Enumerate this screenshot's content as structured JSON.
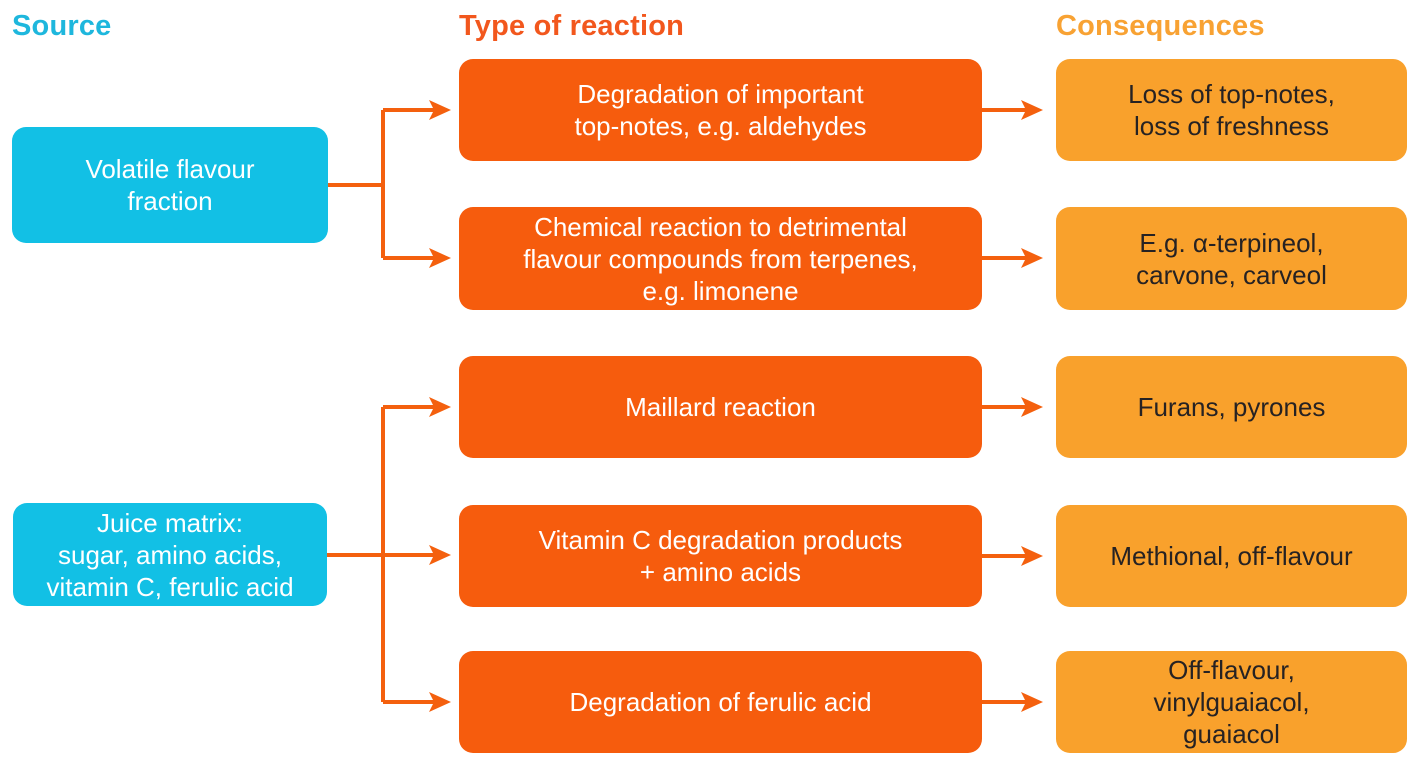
{
  "colors": {
    "cyan_header": "#1eb7dd",
    "cyan_box": "#12c0e5",
    "orange_header": "#f2571d",
    "orange_box": "#f65c0d",
    "amber_header": "#f8a233",
    "amber_box": "#f9a12c",
    "arrow": "#f4600e",
    "text_light": "#ffffff",
    "text_dark": "#262223"
  },
  "headers": {
    "source": {
      "label": "Source"
    },
    "reaction": {
      "label": "Type of reaction"
    },
    "consequences": {
      "label": "Consequences"
    }
  },
  "nodes": {
    "sources": [
      {
        "id": "volatile-flavour-fraction",
        "label": "Volatile flavour\nfraction"
      },
      {
        "id": "juice-matrix",
        "label": "Juice matrix:\nsugar, amino acids,\nvitamin C, ferulic acid"
      }
    ],
    "reactions": [
      {
        "id": "degradation-top-notes",
        "label": "Degradation of important\ntop-notes, e.g. aldehydes"
      },
      {
        "id": "chemical-reaction-terpenes",
        "label": "Chemical reaction to detrimental\nflavour compounds from terpenes,\ne.g. limonene"
      },
      {
        "id": "maillard-reaction",
        "label": "Maillard reaction"
      },
      {
        "id": "vitamin-c-degradation",
        "label": "Vitamin C degradation products\n+ amino acids"
      },
      {
        "id": "degradation-ferulic-acid",
        "label": "Degradation of ferulic acid"
      }
    ],
    "consequences": [
      {
        "id": "loss-of-top-notes",
        "label": "Loss of top-notes,\nloss of freshness"
      },
      {
        "id": "terpineol-carvone-carveol",
        "label": "E.g. α-terpineol,\ncarvone, carveol"
      },
      {
        "id": "furans-pyrones",
        "label": "Furans, pyrones"
      },
      {
        "id": "methional-off-flavour",
        "label": "Methional, off-flavour"
      },
      {
        "id": "off-flavour-guaiacol",
        "label": "Off-flavour,\nvinylguaiacol,\nguaiacol"
      }
    ],
    "links": [
      {
        "from": "volatile-flavour-fraction",
        "to": "degradation-top-notes"
      },
      {
        "from": "volatile-flavour-fraction",
        "to": "chemical-reaction-terpenes"
      },
      {
        "from": "juice-matrix",
        "to": "maillard-reaction"
      },
      {
        "from": "juice-matrix",
        "to": "vitamin-c-degradation"
      },
      {
        "from": "juice-matrix",
        "to": "degradation-ferulic-acid"
      },
      {
        "from": "degradation-top-notes",
        "to": "loss-of-top-notes"
      },
      {
        "from": "chemical-reaction-terpenes",
        "to": "terpineol-carvone-carveol"
      },
      {
        "from": "maillard-reaction",
        "to": "furans-pyrones"
      },
      {
        "from": "vitamin-c-degradation",
        "to": "methional-off-flavour"
      },
      {
        "from": "degradation-ferulic-acid",
        "to": "off-flavour-guaiacol"
      }
    ]
  }
}
